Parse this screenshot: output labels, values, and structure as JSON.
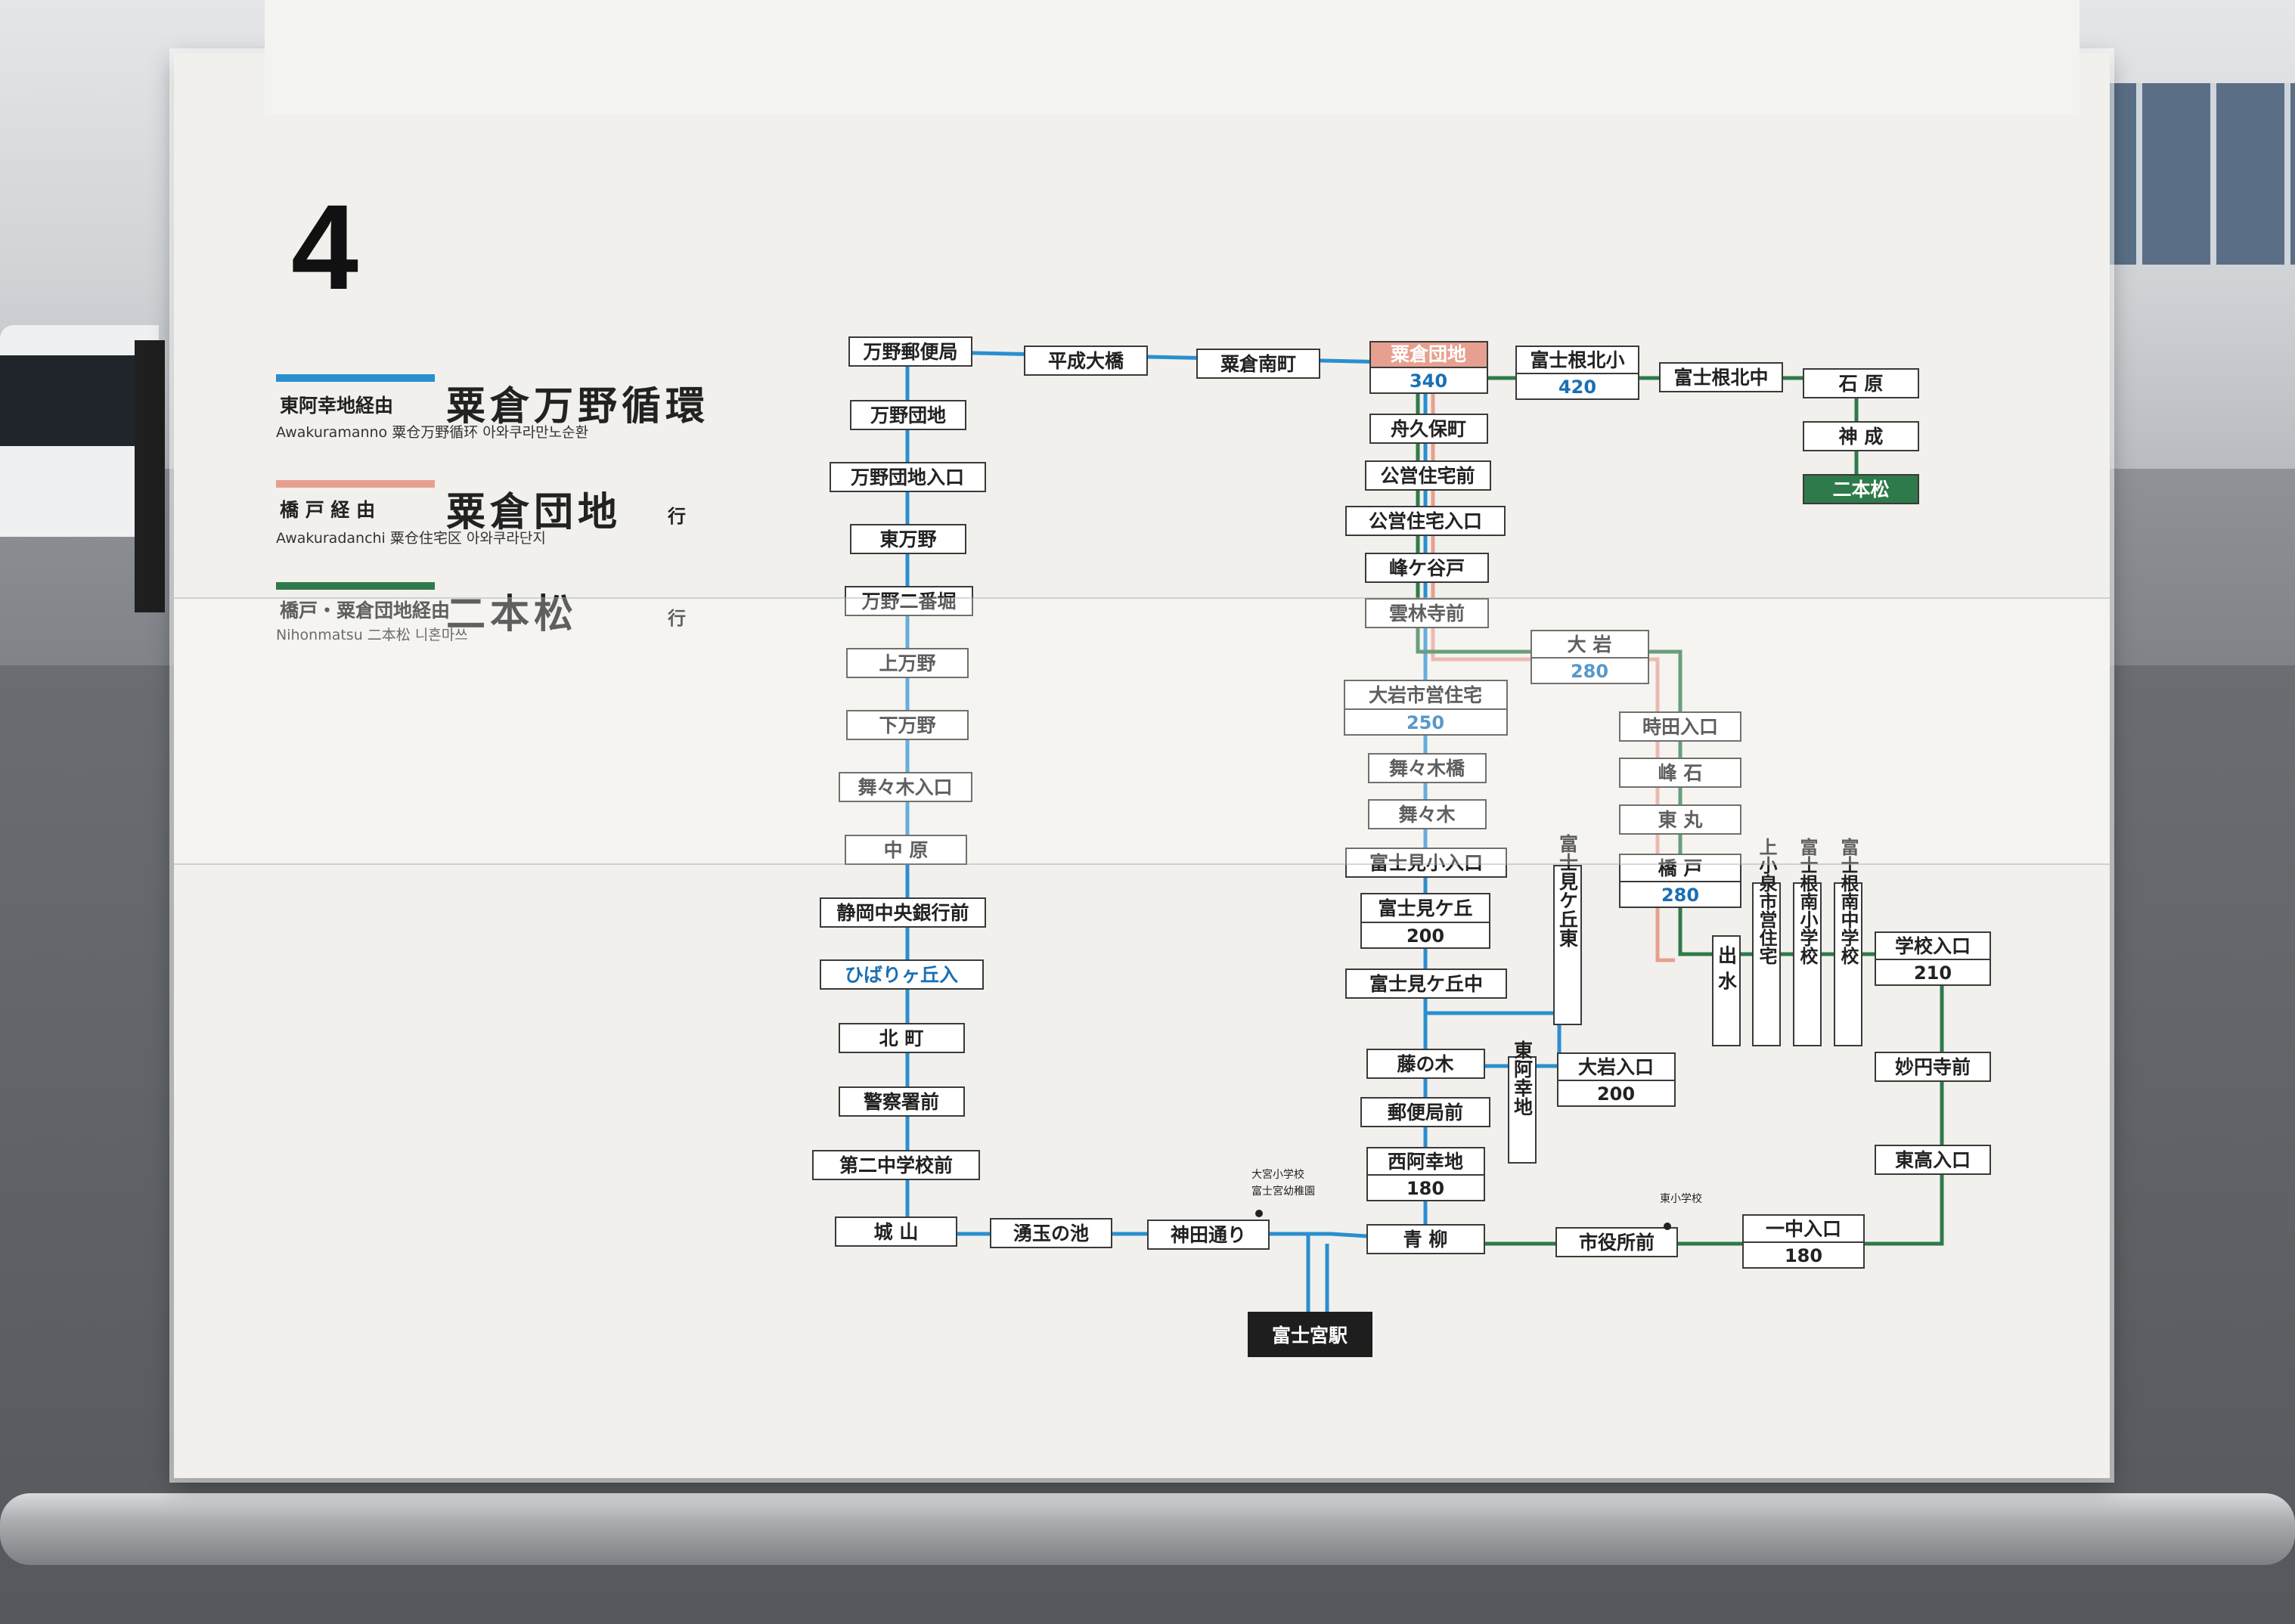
{
  "route_number": "4",
  "legend": [
    {
      "via": "東阿幸地経由",
      "destination": "粟倉万野循環",
      "suffix": "",
      "romanized": "Awakuramanno 粟仓万野循环 아와쿠라만노순환",
      "color": "#2a8fd0"
    },
    {
      "via": "橋 戸 経 由",
      "destination": "粟倉団地",
      "suffix": "行",
      "romanized": "Awakuradanchi 粟仓住宅区 아와쿠라단지",
      "color": "#e7a090"
    },
    {
      "via": "橋戸・粟倉団地経由",
      "destination": "二本松",
      "suffix": "行",
      "romanized": "Nihonmatsu 二本松 니혼마쓰",
      "color": "#2f7a4a"
    }
  ],
  "colors": {
    "blue_line": "#2a8fd0",
    "pink_line": "#e7a090",
    "green_line": "#2f7a4a",
    "terminal_bg": "#1e1e1e"
  },
  "stops": {
    "manno_post": "万野郵便局",
    "heisei_bridge": "平成大橋",
    "awakura_minami": "粟倉南町",
    "awakura_danchi": "粟倉団地",
    "awakura_danchi_fare": "340",
    "fujine_kitasho": "富士根北小",
    "fujine_kitasho_fare": "420",
    "fujine_kitachu": "富士根北中",
    "ishihara": "石 原",
    "shinsei": "神 成",
    "nihonmatsu": "二本松",
    "funakubo": "舟久保町",
    "koei_mae": "公営住宅前",
    "koei_iriguchi": "公営住宅入口",
    "minegayato": "峰ケ谷戸",
    "unrinji": "雲林寺前",
    "oiwa": "大 岩",
    "oiwa_fare": "280",
    "oiwa_shiei": "大岩市営住宅",
    "oiwa_shiei_fare": "250",
    "maimaigi_bashi": "舞々木橋",
    "maimaigi": "舞々木",
    "fujimi_sho": "富士見小入口",
    "fujimigaoka": "富士見ケ丘",
    "fujimigaoka_fare": "200",
    "fujimigaoka_naka": "富士見ケ丘中",
    "fujimigaoka_higashi": "富士見ケ丘東",
    "fujinoki": "藤の木",
    "higashi_akouji": "東阿幸地",
    "oiwa_iriguchi": "大岩入口",
    "oiwa_iriguchi_fare": "200",
    "yubinkyoku": "郵便局前",
    "nishi_akouji": "西阿幸地",
    "nishi_akouji_fare": "180",
    "aoyagi": "青 柳",
    "shiyakusho": "市役所前",
    "icchu": "一中入口",
    "icchu_fare": "180",
    "higashitaka": "東高入口",
    "myoenji": "妙円寺前",
    "gakko": "学校入口",
    "gakko_fare": "210",
    "tokida": "時田入口",
    "mineishi": "峰 石",
    "higashimaru": "東 丸",
    "hashido": "橋 戸",
    "hashido_fare": "280",
    "izumi": "出 水",
    "kamikoizumi": "上小泉市営住宅",
    "fujine_minamisho": "富士根南小学校",
    "fujine_minamichu": "富士根南中学校",
    "manno_danchi": "万野団地",
    "manno_danchi_iri": "万野団地入口",
    "higashi_manno": "東万野",
    "manno_nibanbori": "万野二番堀",
    "kami_manno": "上万野",
    "shimo_manno": "下万野",
    "maimaigi_iri": "舞々木入口",
    "nakahara": "中 原",
    "shizuoka_chugin": "静岡中央銀行前",
    "hibarigaoka": "ひばりヶ丘入",
    "kitamachi": "北 町",
    "keisatsu": "警察署前",
    "daini_chu": "第二中学校前",
    "shiroyama": "城 山",
    "wakutama": "湧玉の池",
    "kanda": "神田通り",
    "fujinomiya": "富士宮駅",
    "omiya_school_1": "大宮小学校",
    "omiya_school_2": "富士宮幼稚園",
    "higashi_school": "東小学校"
  }
}
